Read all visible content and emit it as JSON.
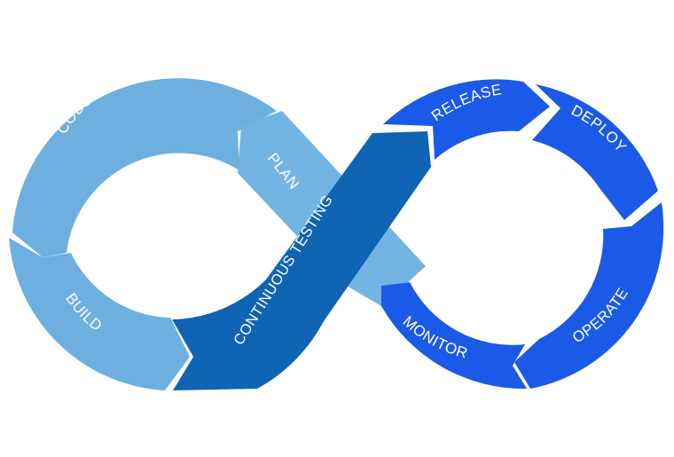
{
  "diagram": {
    "stages": {
      "code": "CODE",
      "build": "BUILD",
      "plan": "PLAN",
      "continuous_testing": "CONTINUOUS TESTING",
      "release": "RELEASE",
      "deploy": "DEPLOY",
      "operate": "OPERATE",
      "monitor": "MONITOR"
    },
    "colors": {
      "dev_segments": "#6db0df",
      "plan_segment": "#73b4e2",
      "continuous_testing": "#0f64b4",
      "ops_segments": "#1b5ae6",
      "background": "#ffffff"
    }
  }
}
